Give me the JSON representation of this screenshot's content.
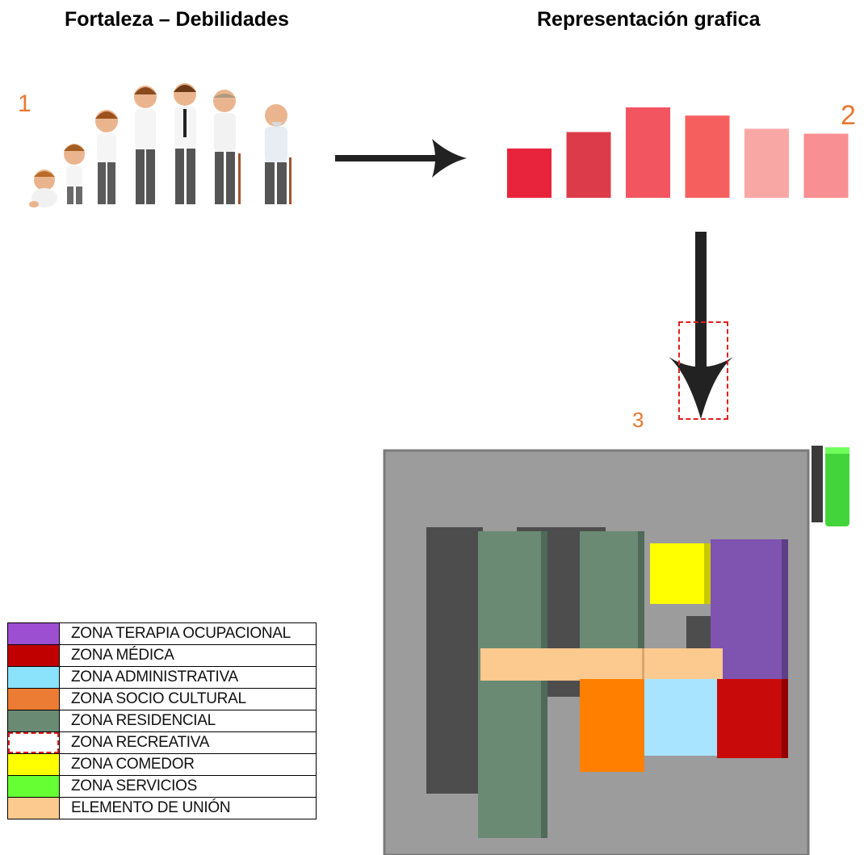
{
  "titles": {
    "left": "Fortaleza – Debilidades",
    "right": "Representación grafica"
  },
  "steps": {
    "one": "1",
    "two": "2",
    "three": "3"
  },
  "colors": {
    "step_number": "#e8772e",
    "arrow": "#222222",
    "recreativa_outline": "#e02020"
  },
  "bar_chart": {
    "values": [
      3,
      4,
      5.5,
      5,
      4.2,
      3.9
    ],
    "colors": [
      "#e8243c",
      "#dc3c4a",
      "#f25560",
      "#f5605f",
      "#f9a7a5",
      "#f88f92"
    ]
  },
  "illustration": {
    "figures": [
      "baby",
      "child",
      "boy",
      "young-man",
      "adult-man",
      "older-man",
      "elderly-man"
    ]
  },
  "legend": [
    {
      "label": "ZONA TERAPIA OCUPACIONAL",
      "color": "#9c4fd1"
    },
    {
      "label": "ZONA MÉDICA",
      "color": "#c00000"
    },
    {
      "label": "ZONA ADMINISTRATIVA",
      "color": "#8be3fb"
    },
    {
      "label": "ZONA SOCIO CULTURAL",
      "color": "#ec7c34"
    },
    {
      "label": "ZONA RESIDENCIAL",
      "color": "#6a8a74"
    },
    {
      "label": "ZONA RECREATIVA",
      "color": "#ffffff",
      "dashed": true
    },
    {
      "label": "ZONA COMEDOR",
      "color": "#ffff00"
    },
    {
      "label": "ZONA SERVICIOS",
      "color": "#66ff33"
    },
    {
      "label": "ELEMENTO DE UNIÓN",
      "color": "#fcc98f"
    }
  ]
}
